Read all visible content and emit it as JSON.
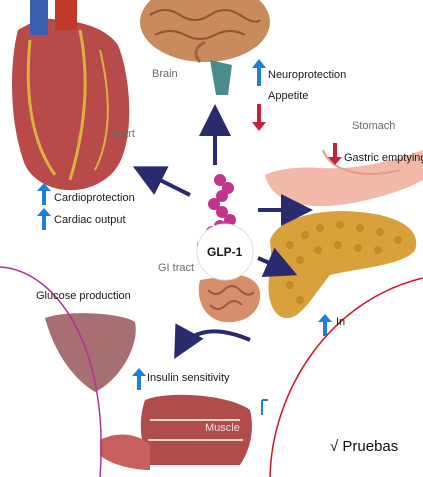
{
  "organs": {
    "brain": "Brain",
    "heart": "Heart",
    "stomach": "Stomach",
    "gi_tract": "GI tract",
    "muscle": "Muscle"
  },
  "hormone": "GLP-1",
  "effects": {
    "neuroprotection": "Neuroprotection",
    "appetite": "Appetite",
    "cardioprotection": "Cardioprotection",
    "cardiac_output": "Cardiac output",
    "gastric_emptying": "Gastric emptying",
    "glucose_production": "Glucose production",
    "insulin_sensitivity": "Insulin sensitivity",
    "insulin_partial": "In"
  },
  "overlay_text": "√ Pruebas",
  "colors": {
    "up_arrow": "#1e7fd6",
    "down_arrow": "#c8213a",
    "pathway_arrow": "#2a2a6e",
    "left_circle": "#b0309a",
    "right_circle": "#d8121b"
  }
}
